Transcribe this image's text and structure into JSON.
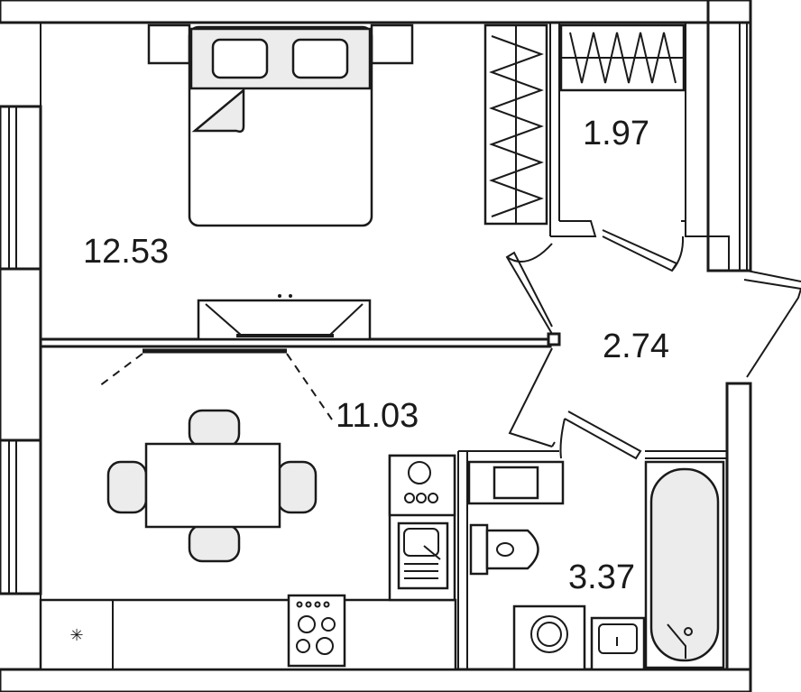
{
  "rooms": [
    {
      "id": "bedroom",
      "area": "12.53"
    },
    {
      "id": "wardrobe",
      "area": "1.97"
    },
    {
      "id": "hallway",
      "area": "2.74"
    },
    {
      "id": "kitchen-living",
      "area": "11.03"
    },
    {
      "id": "bathroom",
      "area": "3.37"
    }
  ],
  "icons": [
    "bed-icon",
    "pillow-icon",
    "wardrobe-icon",
    "tv-icon",
    "dining-table-icon",
    "chair-icon",
    "stove-icon",
    "sink-icon",
    "toilet-icon",
    "washing-machine-icon",
    "bathtub-icon",
    "ventilation-icon"
  ],
  "colors": {
    "wall": "#1a1a1a",
    "fixture_fill": "#ececec",
    "background": "#ffffff"
  }
}
